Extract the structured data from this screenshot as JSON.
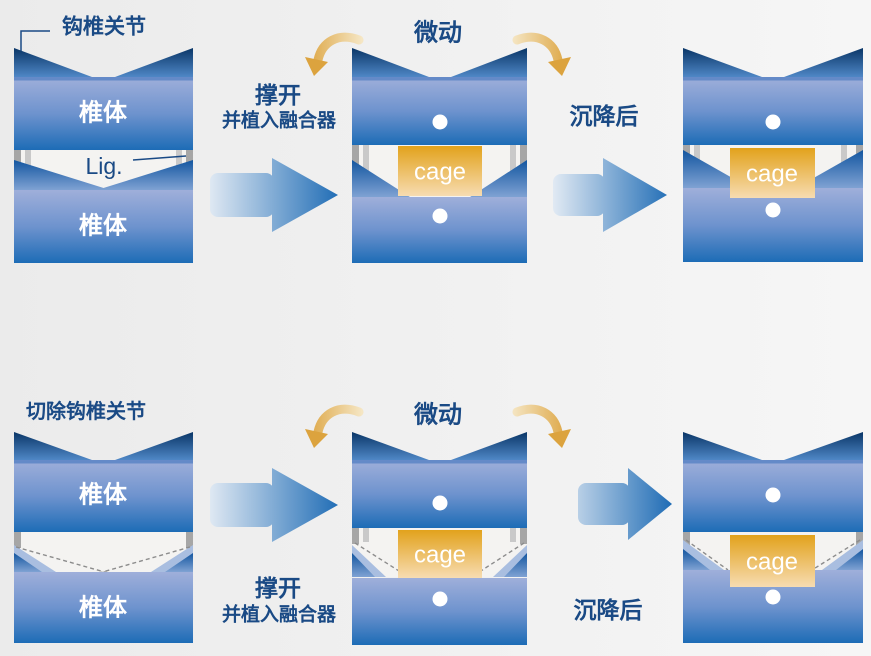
{
  "labels": {
    "r1_joint": "钩椎关节",
    "r2_joint": "切除钩椎关节",
    "vertebra": "椎体",
    "lig": "Lig.",
    "cage": "cage",
    "motion": "微动",
    "distract_title": "撑开",
    "distract_sub": "并植入融合器",
    "subside": "沉降后"
  },
  "colors": {
    "label_text": "#1A4A85",
    "body_text": "#FFFFFF",
    "body_top": "#9FAFDA",
    "body_mid": "#6E93CE",
    "body_bottom": "#1D6CB6",
    "body_edge": "#5E86C5",
    "process_dark": "#0A3667",
    "process_light": "#4F87C6",
    "gap_tri_dark": "#1356A0",
    "gap_tri_light": "#7FA2D3",
    "gap_tri_pale": "#A9BEE0",
    "cage_top": "#E2A21C",
    "cage_bottom": "#F7DCB2",
    "gray_bar_dark": "#A6A6A6",
    "gray_bar_light": "#C9C9C9",
    "arrow_light": "#E6EDF5",
    "arrow_dark": "#1F6CB5",
    "curve_light": "#F5E6C4",
    "curve_dark": "#DCA33E",
    "gap_bg": "#F4F3F1",
    "bg_left": "#EBEBEB",
    "bg_right": "#F6F6F6",
    "dot": "#FFFFFF"
  }
}
